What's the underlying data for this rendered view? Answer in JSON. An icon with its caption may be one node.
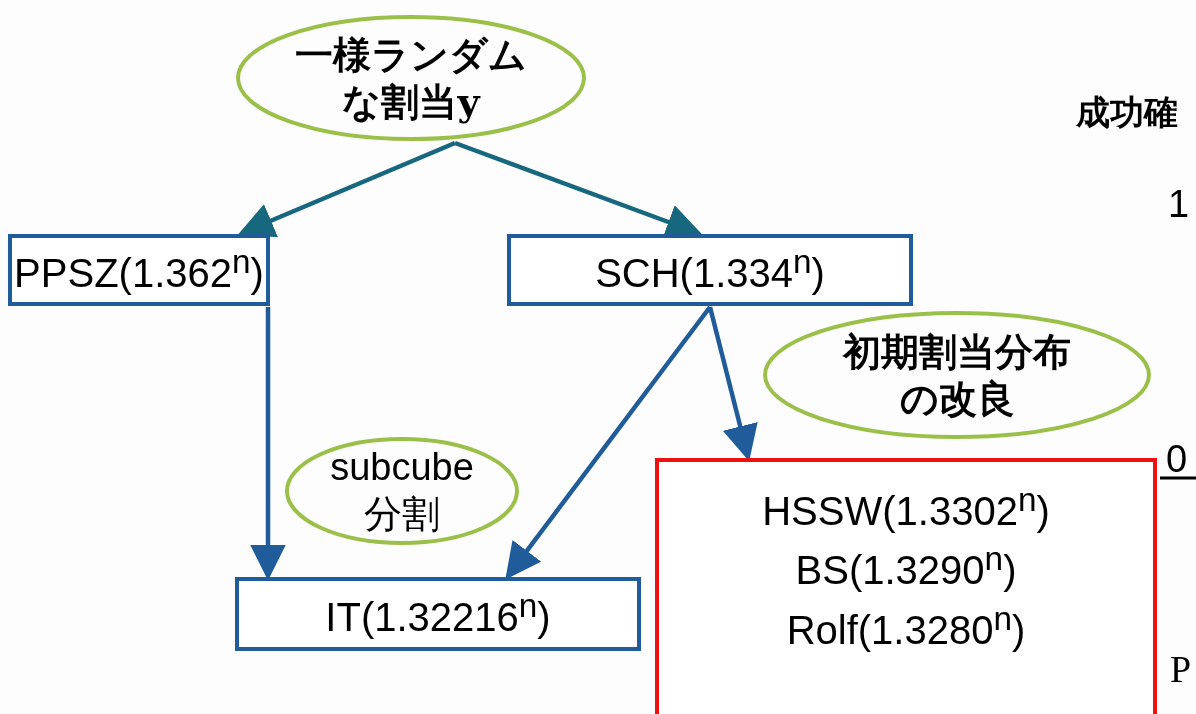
{
  "diagram": {
    "nodes": [
      {
        "text": [
          "一様ランダムな割当y"
        ]
      },
      {
        "text": [
          "PPSZ(1.362$^{n}$)"
        ]
      },
      {
        "text": [
          "SCH(1.334$^{n}$)"
        ]
      },
      {
        "text": [
          "初期割当分布の改良"
        ]
      },
      {
        "text": [
          "subcube 分割"
        ]
      },
      {
        "text": [
          "HSSW(1.3302$^{n}$)",
          "BS(1.3290$^{n}$)",
          "Rolf(1.3280$^{n}$)"
        ]
      },
      {
        "text": [
          "IT(1.32216$^{n}$)"
        ]
      }
    ],
    "edges": [
      {
        "from": 0,
        "to": 1,
        "arrow": "to",
        "color": "#17687e"
      },
      {
        "from": 0,
        "to": 2,
        "arrow": "to",
        "color": "#17687e"
      },
      {
        "from": 1,
        "to": 6,
        "arrow": "to"
      },
      {
        "from": 2,
        "to": 6,
        "arrow": "to"
      },
      {
        "from": 2,
        "to": 5,
        "arrow": "to"
      }
    ],
    "labels": [
      "成功確",
      "1",
      "0",
      "P"
    ]
  }
}
